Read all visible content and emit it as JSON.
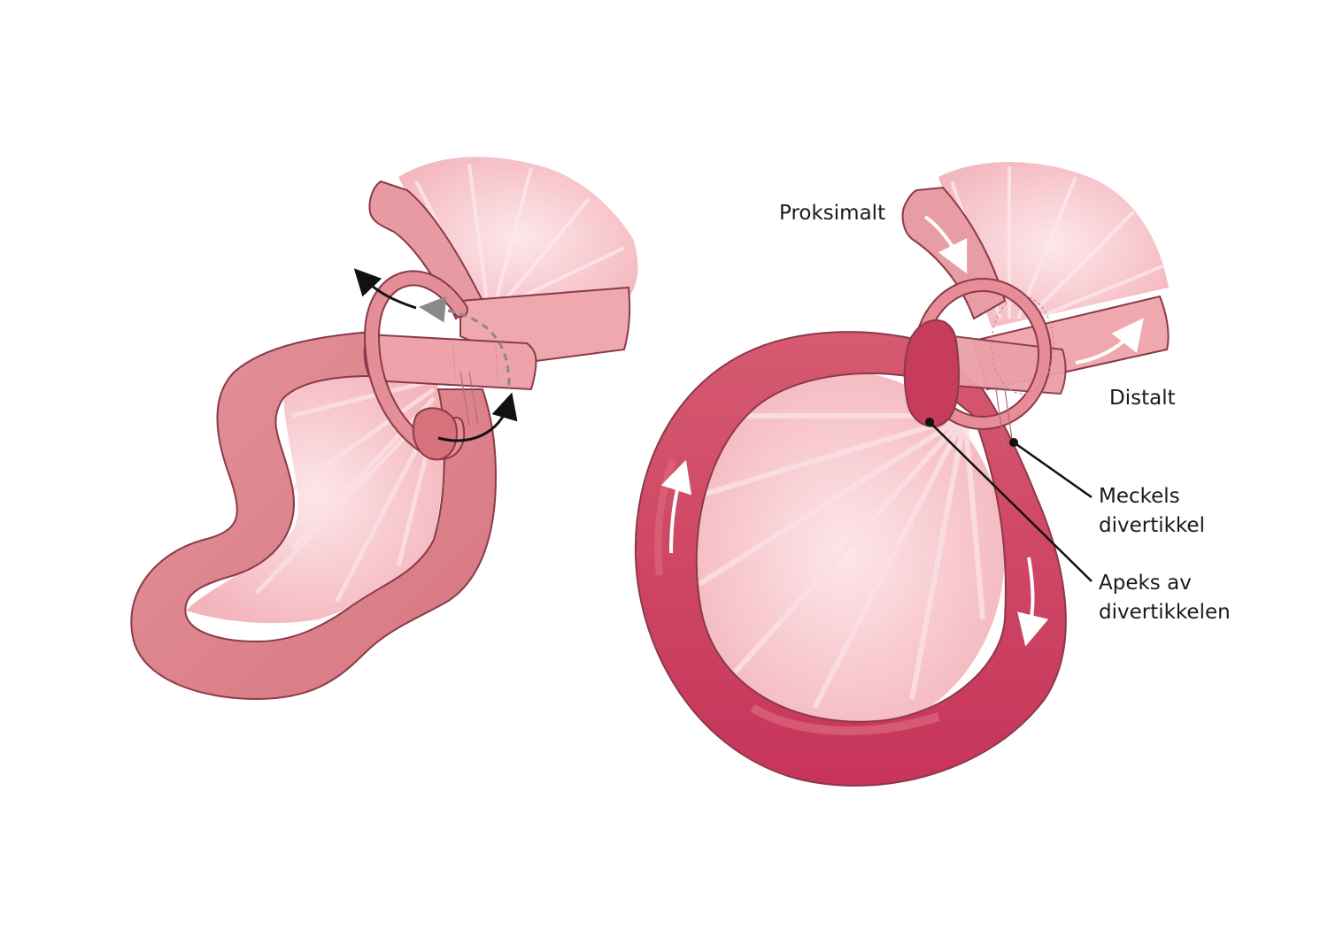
{
  "labels": {
    "proximal": "Proksimalt",
    "distal": "Distalt",
    "meckel_line1": "Meckels",
    "meckel_line2": "divertikkel",
    "apex_line1": "Apeks av",
    "apex_line2": "divertikkelen"
  },
  "colors": {
    "bowel": "#dc7e87",
    "bowel_dark": "#c9415d",
    "bowel_light": "#f0a6ac",
    "mesentery": "#f6c2c8",
    "mesentery_rays": "#fbe0e3",
    "line": "#8a3a4a",
    "arrow_dark": "#111111",
    "arrow_dashed": "#8a8a8a",
    "arrow_white": "#ffffff"
  }
}
